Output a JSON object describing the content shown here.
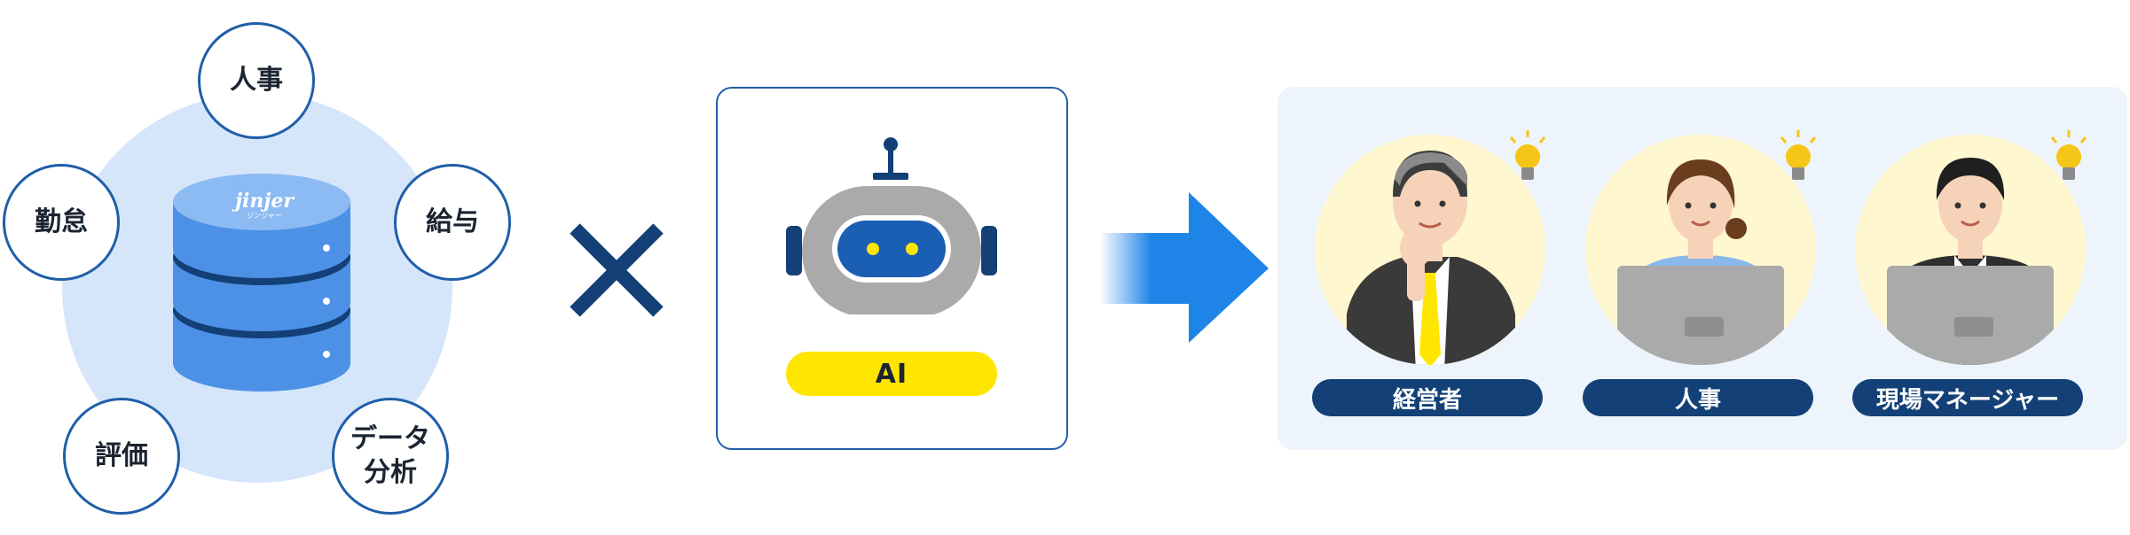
{
  "colors": {
    "navy": "#124077",
    "blue": "#1f5ea8",
    "light_blue_disc": "#d5e6fa",
    "db_blue": "#4d91e6",
    "ai_yellow": "#ffe600",
    "arrow_blue": "#1f84e8",
    "panel_bg": "#eef4fb",
    "spot_yellow": "#fff7cf"
  },
  "data_hub": {
    "logo_text": "jinjer",
    "logo_subtext": "ジンジャー",
    "bubbles": {
      "hr": "人事",
      "attendance": "勤怠",
      "payroll": "給与",
      "evaluation": "評価",
      "data_line1": "データ",
      "data_line2": "分析"
    }
  },
  "operator": "×",
  "ai_card": {
    "label": "AI"
  },
  "roles": [
    {
      "label": "経営者"
    },
    {
      "label": "人事"
    },
    {
      "label": "現場マネージャー"
    }
  ]
}
